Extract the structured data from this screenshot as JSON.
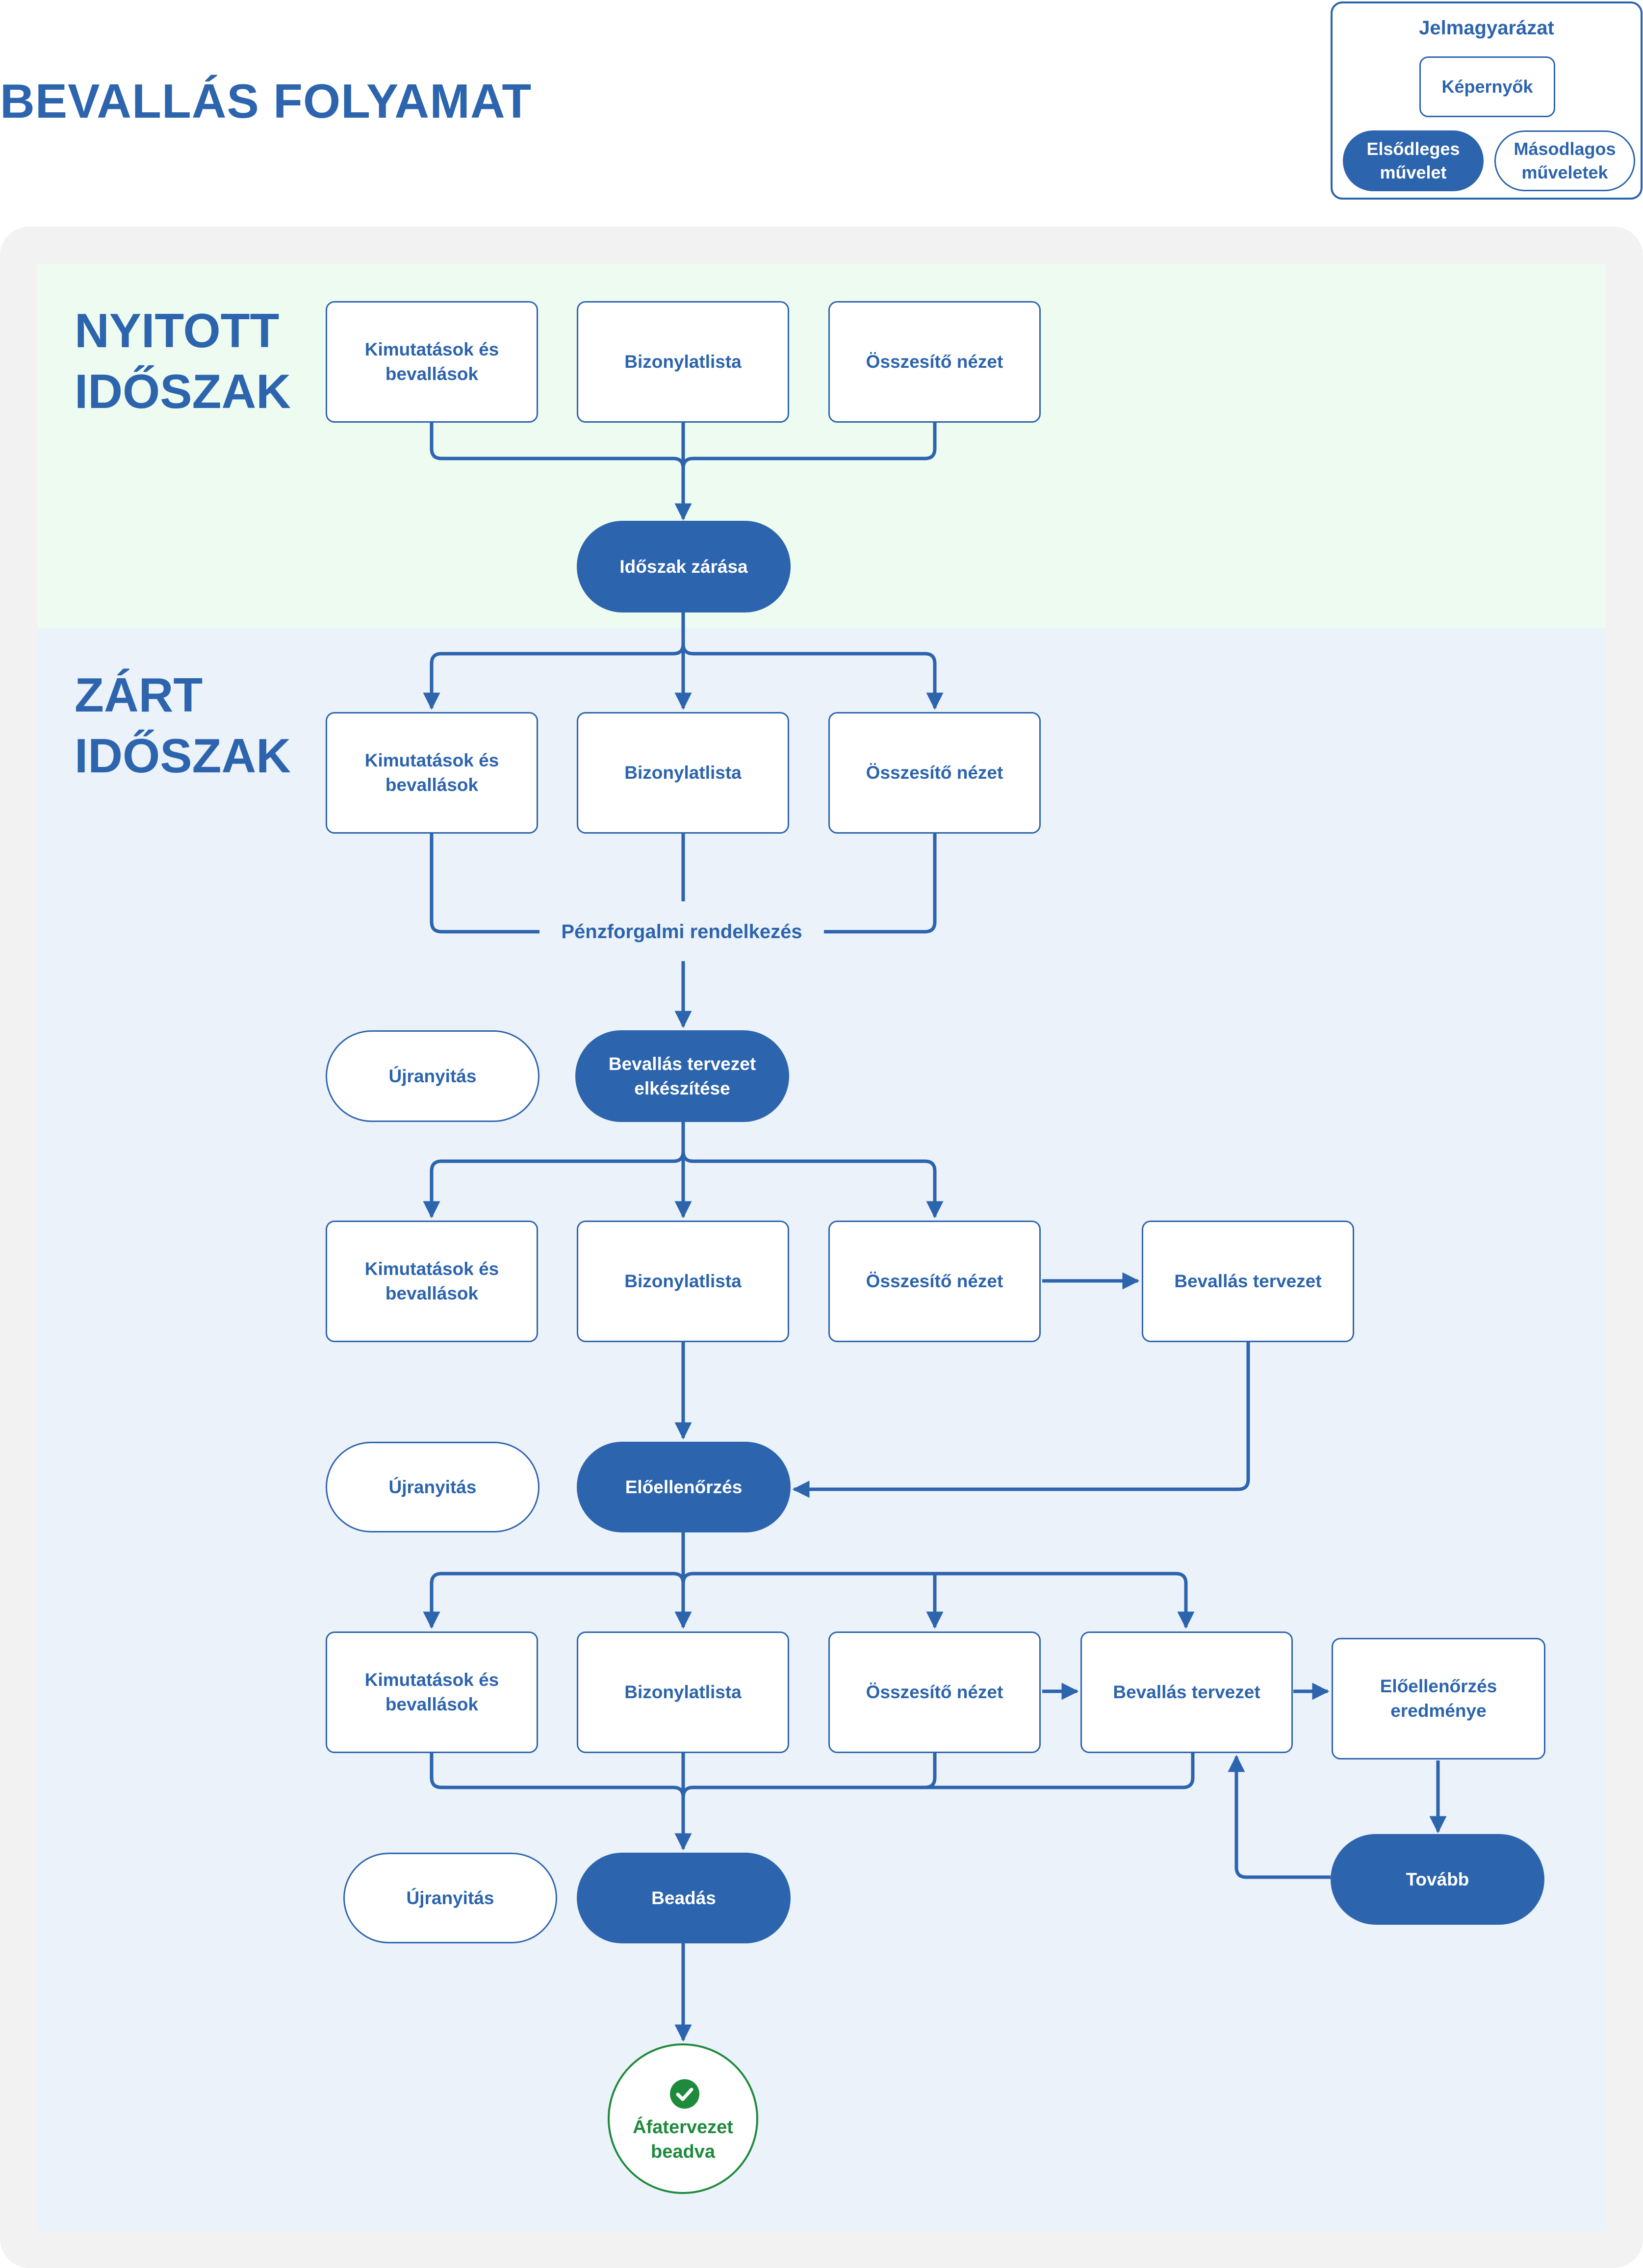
{
  "page_title": "BEVALLÁS FOLYAMAT",
  "legend": {
    "title": "Jelmagyarázat",
    "screen": "Képernyők",
    "primary": "Elsődleges művelet",
    "secondary": "Másodlagos műveletek"
  },
  "zones": {
    "open": "NYITOTT IDŐSZAK",
    "closed": "ZÁRT IDŐSZAK"
  },
  "screens": {
    "reports": "Kimutatások és bevallások",
    "documents": "Bizonylatlista",
    "summary": "Összesítő nézet",
    "draft": "Bevallás tervezet",
    "precheck_result": "Előellenőrzés eredménye"
  },
  "actions": {
    "close_period": "Időszak zárása",
    "prepare_draft": "Bevallás tervezet elkészítése",
    "precheck": "Előellenőrzés",
    "submit": "Beadás",
    "reopen": "Újranyitás",
    "continue": "Tovább"
  },
  "cash_provision": "Pénzforgalmi rendelkezés",
  "final": {
    "label": "Áfatervezet beadva"
  },
  "colors": {
    "primary": "#2c64ad",
    "open_zone": "#eefbf1",
    "closed_zone": "#ebf2fa",
    "frame": "#f2f2f2",
    "success": "#1e8a3c"
  }
}
